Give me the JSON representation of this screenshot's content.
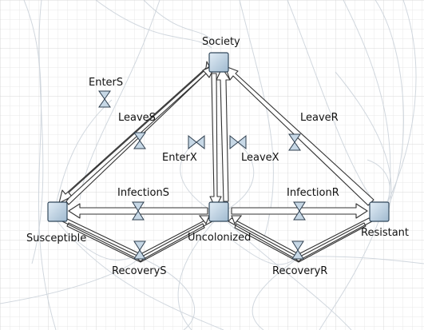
{
  "stocks": {
    "society": "Society",
    "susceptible": "Susceptible",
    "uncolonized": "Uncolonized",
    "resistant": "Resistant"
  },
  "flows": {
    "enter_s": "EnterS",
    "leave_s": "LeaveS",
    "enter_x": "EnterX",
    "leave_x": "LeaveX",
    "leave_r": "LeaveR",
    "infection_s": "InfectionS",
    "infection_r": "InfectionR",
    "recovery_s": "RecoveryS",
    "recovery_r": "RecoveryR"
  },
  "colors": {
    "grid": "#e6e6e6",
    "grid_major": "#d6d6d6",
    "stock_fill": "#b9cfe0",
    "flow_stroke": "#333333",
    "valve_fill": "#c7d8e6",
    "link_curve": "#c8d0d8"
  }
}
